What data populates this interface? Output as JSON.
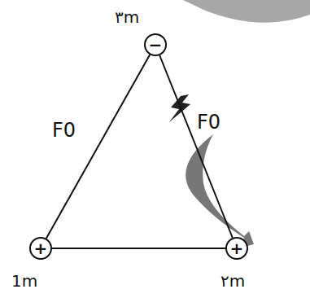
{
  "diagram": {
    "nodes": [
      {
        "text": [
          "−",
          "۳m"
        ]
      },
      {
        "text": [
          "+",
          "1m"
        ]
      },
      {
        "text": [
          "+",
          "۲m"
        ]
      }
    ],
    "edges": [
      {
        "from": 0,
        "to": 1,
        "arrow": "none",
        "label": "F0"
      },
      {
        "from": 0,
        "to": 2,
        "arrow": "none",
        "label": "F0"
      },
      {
        "from": 1,
        "to": 2,
        "arrow": "none"
      }
    ]
  }
}
